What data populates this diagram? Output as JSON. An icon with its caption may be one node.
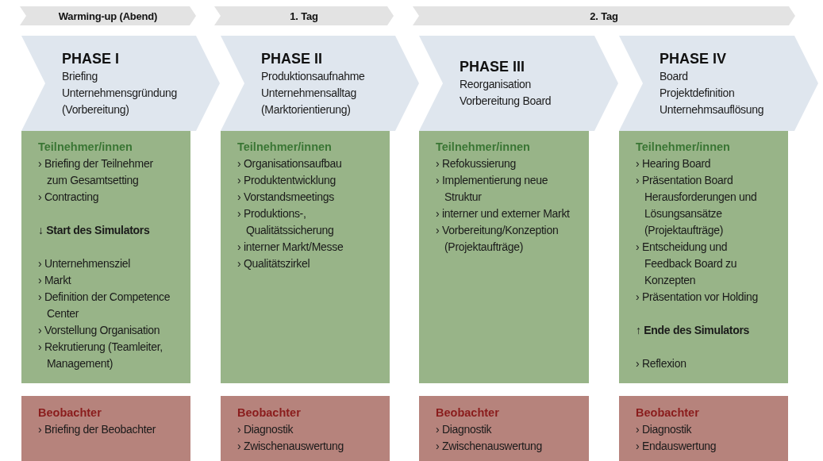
{
  "diagram": {
    "nodes": [
      {
        "text": [
          "Warming-up (Abend)"
        ]
      },
      {
        "text": [
          "1. Tag"
        ]
      },
      {
        "text": [
          "2. Tag"
        ]
      },
      {
        "text": [
          "PHASE I",
          "Briefing",
          "Unternehmensgründung",
          "(Vorbereitung)"
        ]
      },
      {
        "text": [
          "PHASE II",
          "Produktionsaufnahme",
          "Unternehmensalltag",
          "(Marktorientierung)"
        ]
      },
      {
        "text": [
          "PHASE III",
          "Reorganisation",
          "Vorbereitung Board"
        ]
      },
      {
        "text": [
          "PHASE IV",
          "Board",
          "Projektdefinition",
          "Unternehmsauflösung"
        ]
      },
      {
        "text": [
          "Teilnehmer/innen",
          "› Briefing der Teilnehmer zum Gesamtsetting",
          "› Contracting",
          "↓ **Start des Simulators**",
          "› Unternehmensziel",
          "› Markt",
          "› Definition der Competence Center",
          "› Vorstellung Organisation",
          "› Rekrutierung (Teamleiter, Management)"
        ]
      },
      {
        "text": [
          "Teilnehmer/innen",
          "› Organisationsaufbau",
          "› Produktentwicklung",
          "› Vorstandsmeetings",
          "› Produktions-, Qualitätssicherung",
          "› interner Markt/Messe",
          "› Qualitätszirkel"
        ]
      },
      {
        "text": [
          "Teilnehmer/innen",
          "› Refokussierung",
          "› Implementierung neue Struktur",
          "› interner und externer Markt",
          "› Vorbereitung/Konzeption (Projektaufträge)"
        ]
      },
      {
        "text": [
          "Teilnehmer/innen",
          "› Hearing Board",
          "› Präsentation Board Herausforderungen und Lösungsansätze (Projektaufträge)",
          "› Entscheidung und Feedback Board zu Konzepten",
          "› Präsentation vor Holding",
          "↑ **Ende des Simulators**",
          "› Reflexion"
        ]
      },
      {
        "text": [
          "Beobachter",
          "› Briefing der Beobachter"
        ]
      },
      {
        "text": [
          "Beobachter",
          "› Diagnostik",
          "› Zwischenauswertung"
        ]
      },
      {
        "text": [
          "Beobachter",
          "› Diagnostik",
          "› Zwischenauswertung"
        ]
      },
      {
        "text": [
          "Beobachter",
          "› Diagnostik",
          "› Endauswertung"
        ]
      }
    ]
  }
}
